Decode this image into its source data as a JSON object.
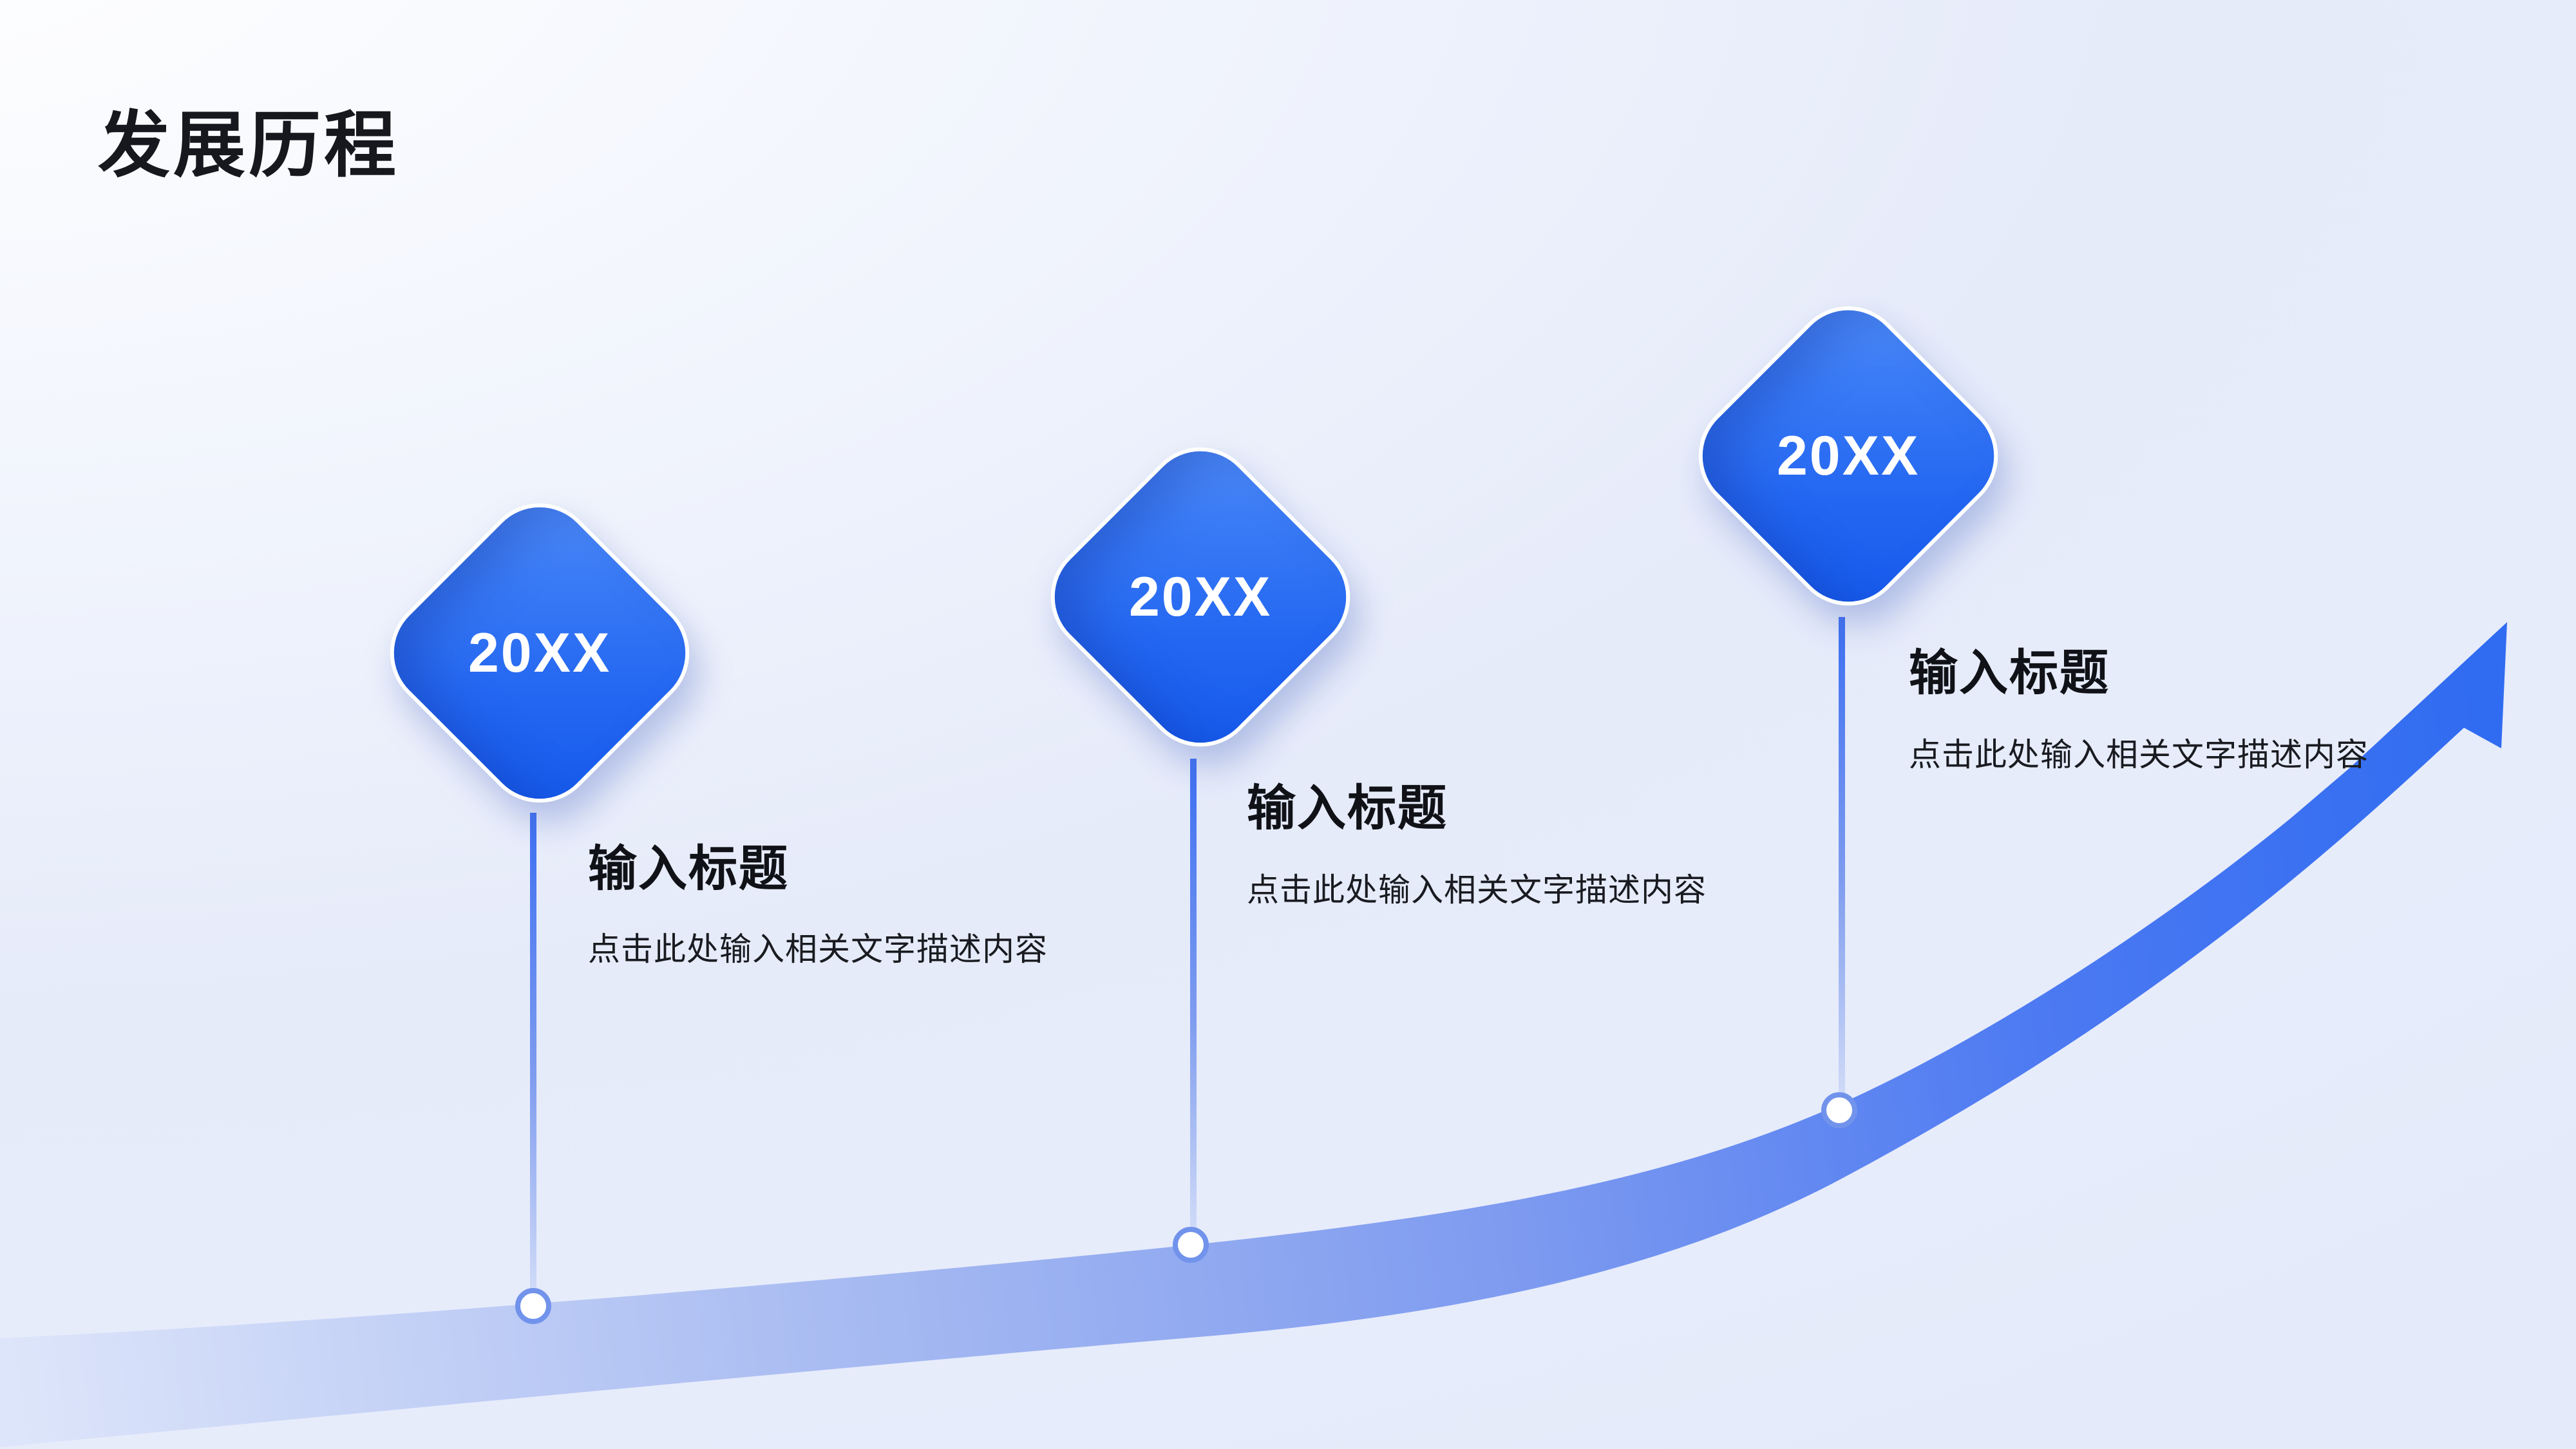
{
  "slide": {
    "title": "发展历程",
    "milestones": [
      {
        "year": "20XX",
        "title": "输入标题",
        "desc": "点击此处输入相关文字描述内容"
      },
      {
        "year": "20XX",
        "title": "输入标题",
        "desc": "点击此处输入相关文字描述内容"
      },
      {
        "year": "20XX",
        "title": "输入标题",
        "desc": "点击此处输入相关文字描述内容"
      }
    ],
    "icons": {
      "growth_arrow": "growth-arrow",
      "timeline_node": "timeline-node-circle"
    },
    "colors": {
      "diamond_top": "#5490fa",
      "diamond_bottom": "#1459ee",
      "band_start": "#dde5fa",
      "band_mid": "#7d9af0",
      "band_end": "#306cf1",
      "node_ring": "#7193eb",
      "connector_top": "#3d6ff1",
      "connector_bottom": "#cfdaf7",
      "title_text": "#16181d",
      "background_edge": "#e4eafa"
    }
  }
}
